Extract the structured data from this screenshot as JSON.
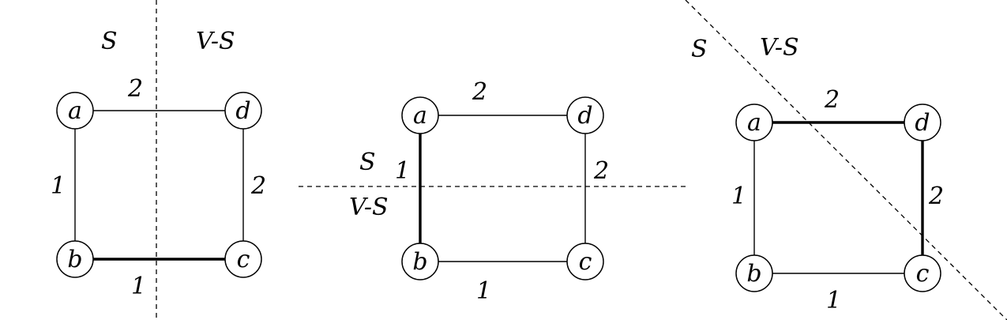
{
  "diagrams": [
    {
      "cut_labels": {
        "s": "S",
        "vs": "V-S"
      },
      "nodes": {
        "a": "a",
        "b": "b",
        "c": "c",
        "d": "d"
      },
      "edges": [
        {
          "from": "a",
          "to": "d",
          "weight": "2",
          "bold": false
        },
        {
          "from": "a",
          "to": "b",
          "weight": "1",
          "bold": false
        },
        {
          "from": "d",
          "to": "c",
          "weight": "2",
          "bold": false
        },
        {
          "from": "b",
          "to": "c",
          "weight": "1",
          "bold": true
        }
      ]
    },
    {
      "cut_labels": {
        "s": "S",
        "vs": "V-S"
      },
      "nodes": {
        "a": "a",
        "b": "b",
        "c": "c",
        "d": "d"
      },
      "edges": [
        {
          "from": "a",
          "to": "d",
          "weight": "2",
          "bold": false
        },
        {
          "from": "a",
          "to": "b",
          "weight": "1",
          "bold": true
        },
        {
          "from": "d",
          "to": "c",
          "weight": "2",
          "bold": false
        },
        {
          "from": "b",
          "to": "c",
          "weight": "1",
          "bold": false
        }
      ]
    },
    {
      "cut_labels": {
        "s": "S",
        "vs": "V-S"
      },
      "nodes": {
        "a": "a",
        "b": "b",
        "c": "c",
        "d": "d"
      },
      "edges": [
        {
          "from": "a",
          "to": "d",
          "weight": "2",
          "bold": true
        },
        {
          "from": "a",
          "to": "b",
          "weight": "1",
          "bold": false
        },
        {
          "from": "d",
          "to": "c",
          "weight": "2",
          "bold": true
        },
        {
          "from": "b",
          "to": "c",
          "weight": "1",
          "bold": false
        }
      ]
    }
  ]
}
